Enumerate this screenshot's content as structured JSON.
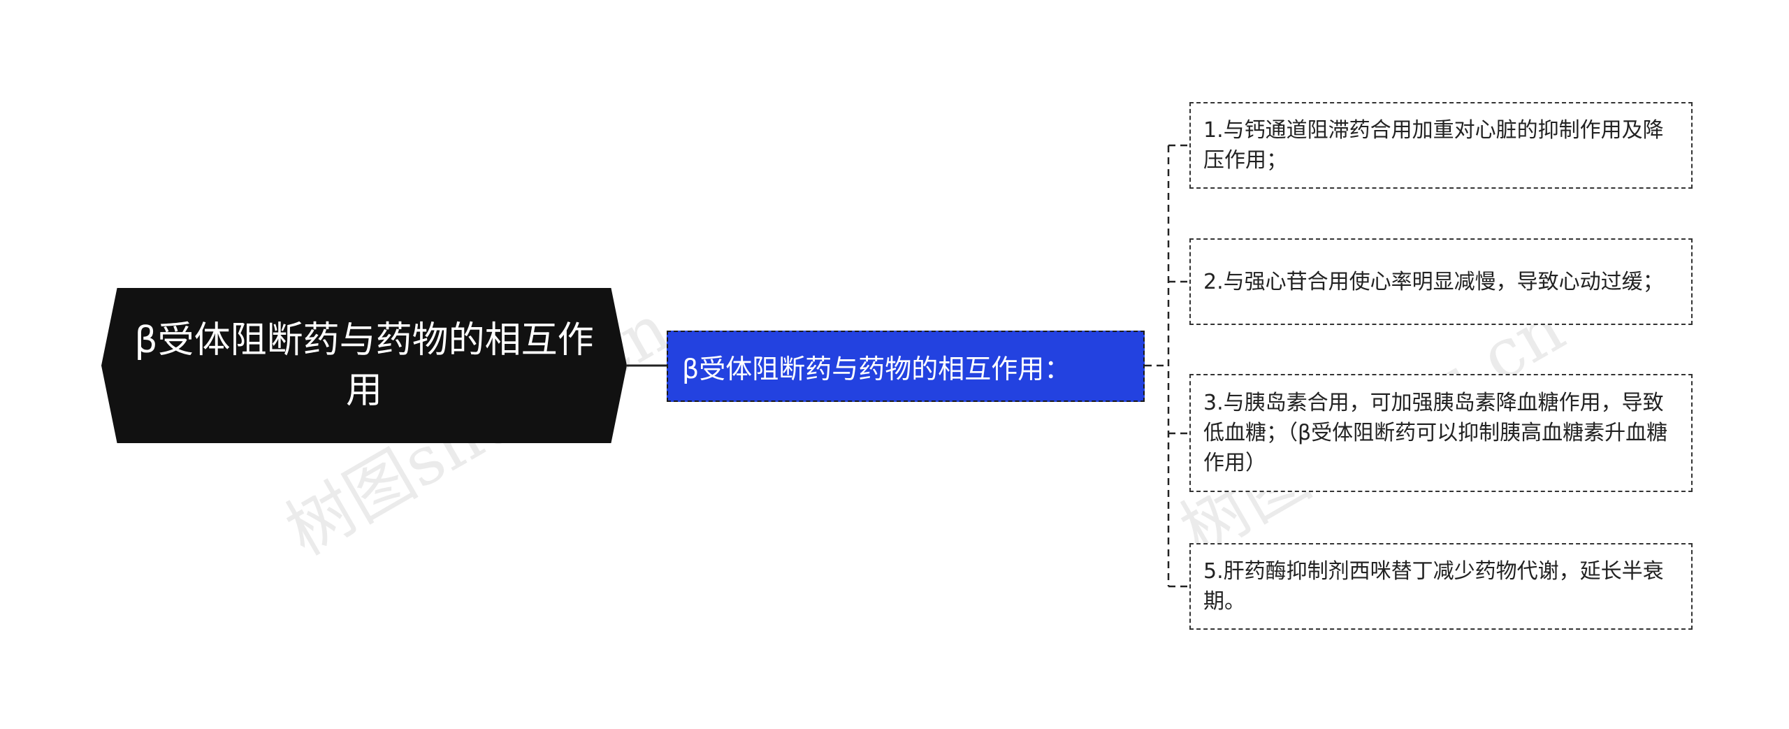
{
  "watermark": {
    "left": "树图shutu.cn",
    "right": "树图shutu.cn"
  },
  "root": {
    "label": "β受体阻断药与药物的相互作用"
  },
  "subtopic": {
    "label": "β受体阻断药与药物的相互作用："
  },
  "leaves": [
    {
      "label": "1.与钙通道阻滞药合用加重对心脏的抑制作用及降压作用；"
    },
    {
      "label": "2.与强心苷合用使心率明显减慢，导致心动过缓；"
    },
    {
      "label": "3.与胰岛素合用，可加强胰岛素降血糖作用，导致低血糖；（β受体阻断药可以抑制胰高血糖素升血糖作用）"
    },
    {
      "label": "5.肝药酶抑制剂西咪替丁减少药物代谢，延长半衰期。"
    }
  ],
  "colors": {
    "root_bg": "#111111",
    "subtopic_bg": "#2342e0",
    "leaf_border": "#333333",
    "line": "#222222"
  }
}
